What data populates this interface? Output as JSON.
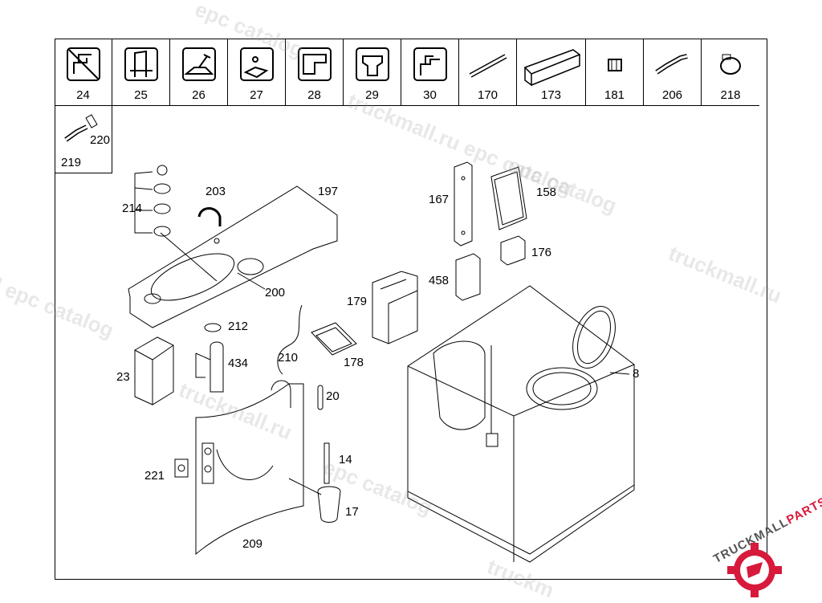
{
  "icons": [
    {
      "num": "24",
      "icon": "no-faucet-icon"
    },
    {
      "num": "25",
      "icon": "bracket-icon"
    },
    {
      "num": "26",
      "icon": "tray-icon"
    },
    {
      "num": "27",
      "icon": "soap-dispenser-icon"
    },
    {
      "num": "28",
      "icon": "towel-holder-icon"
    },
    {
      "num": "29",
      "icon": "toilet-seat-icon"
    },
    {
      "num": "30",
      "icon": "faucet-icon"
    },
    {
      "num": "170",
      "icon": "rod-icon"
    },
    {
      "num": "173",
      "icon": "strip-icon"
    },
    {
      "num": "181",
      "icon": "nut-icon"
    },
    {
      "num": "206",
      "icon": "connector-icon"
    },
    {
      "num": "218",
      "icon": "hose-clamp-icon"
    }
  ],
  "extra": {
    "label_a": "220",
    "label_b": "219"
  },
  "callouts": [
    "203",
    "197",
    "214",
    "200",
    "212",
    "434",
    "23",
    "210",
    "178",
    "20",
    "14",
    "221",
    "17",
    "209",
    "167",
    "158",
    "176",
    "458",
    "179",
    "8"
  ],
  "watermarks": [
    "epc catalog",
    "truckmall.ru epc catalog",
    "epc catalog",
    "truckmall.ru",
    "l epc catalog",
    "truckmall.ru",
    "epc catalog",
    "truckm"
  ],
  "logo": {
    "part1": "TRUCKMALL",
    "part2": "PARTS",
    "accent_color": "#d71a3b"
  }
}
